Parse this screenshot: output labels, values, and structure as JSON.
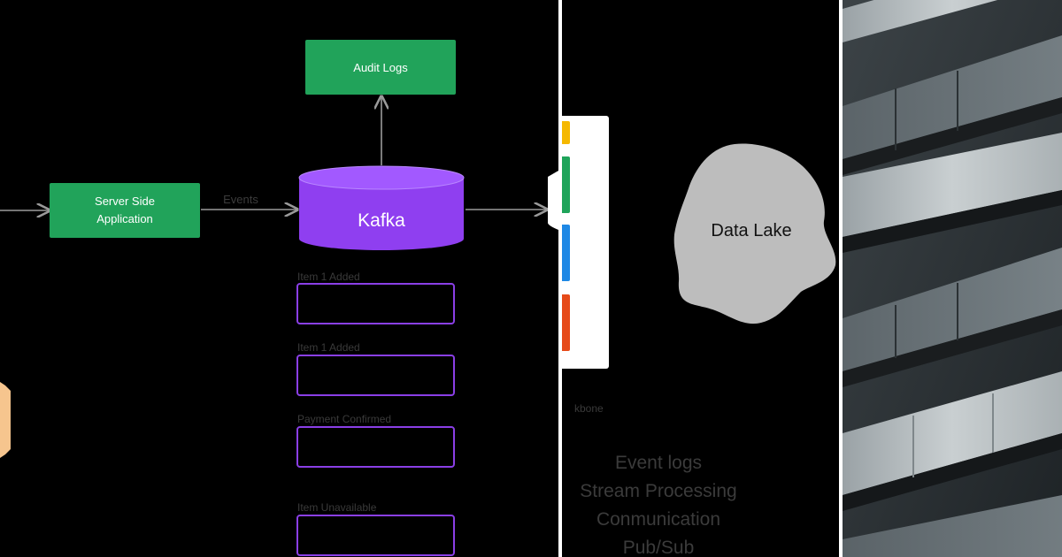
{
  "diagram": {
    "nodes": {
      "audit_logs": "Audit Logs",
      "server_app_line1": "Server Side",
      "server_app_line2": "Application",
      "kafka": "Kafka",
      "data_lake": "Data Lake"
    },
    "edges": {
      "events_label": "Events"
    },
    "topic_messages": [
      "Item 1 Added",
      "Item 1 Added",
      "Payment Confirmed",
      "Item Unavailable"
    ],
    "mid_partial_label": "kbone",
    "use_cases": [
      "Event logs",
      "Stream Processing",
      "Conmunication",
      "Pub/Sub"
    ]
  },
  "colors": {
    "green": "#21a35a",
    "purple": "#8f3ff0",
    "purple_outline": "#8a3fe6",
    "cloud": "#bdbdbd",
    "peach": "#f6c58e",
    "arrow": "#9a9a9a"
  }
}
